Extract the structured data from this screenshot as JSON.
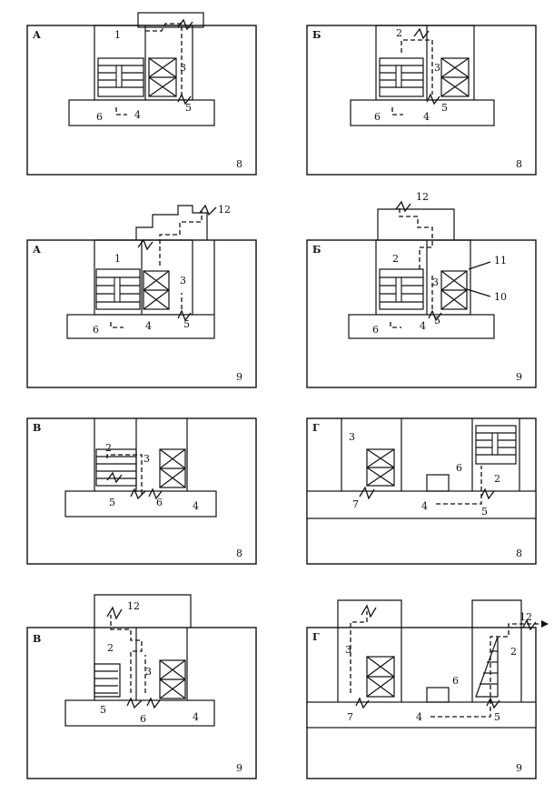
{
  "panels": [
    {
      "id": "p1",
      "letter": "А",
      "sheet": "8",
      "numbers": [
        "1",
        "3",
        "4",
        "5",
        "6"
      ]
    },
    {
      "id": "p2",
      "letter": "Б",
      "sheet": "8",
      "numbers": [
        "2",
        "3",
        "4",
        "5",
        "6"
      ]
    },
    {
      "id": "p3",
      "letter": "А",
      "sheet": "9",
      "numbers": [
        "1",
        "3",
        "4",
        "5",
        "6",
        "12"
      ]
    },
    {
      "id": "p4",
      "letter": "Б",
      "sheet": "9",
      "numbers": [
        "2",
        "3",
        "4",
        "5",
        "6",
        "10",
        "11",
        "12"
      ]
    },
    {
      "id": "p5",
      "letter": "В",
      "sheet": "8",
      "numbers": [
        "2",
        "3",
        "4",
        "5",
        "6"
      ]
    },
    {
      "id": "p6",
      "letter": "Г",
      "sheet": "8",
      "numbers": [
        "2",
        "3",
        "4",
        "5",
        "6",
        "7"
      ]
    },
    {
      "id": "p7",
      "letter": "В",
      "sheet": "9",
      "numbers": [
        "2",
        "3",
        "4",
        "5",
        "6",
        "12"
      ]
    },
    {
      "id": "p8",
      "letter": "Г",
      "sheet": "9",
      "numbers": [
        "2",
        "3",
        "4",
        "5",
        "6",
        "7",
        "12"
      ]
    }
  ]
}
